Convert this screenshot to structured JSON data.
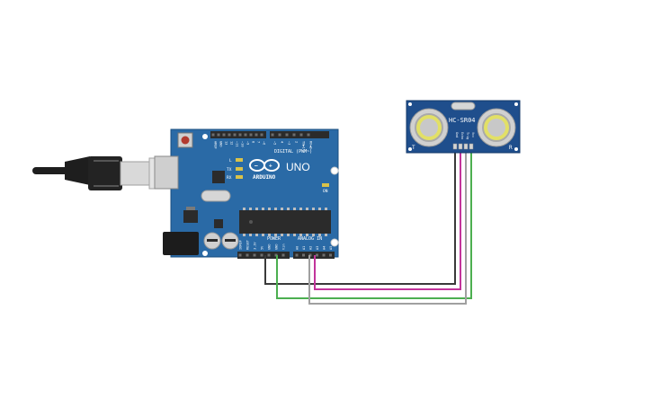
{
  "board": {
    "model": "UNO",
    "brand": "ARDUINO",
    "digital_header": "DIGITAL (PWM~)",
    "power_header": "POWER",
    "analog_header": "ANALOG IN",
    "on_led": "ON",
    "l_led": "L",
    "tx_led": "TX",
    "rx_led": "RX",
    "digital_pins": [
      "AREF",
      "GND",
      "13",
      "12",
      "~11",
      "~10",
      "~9",
      "8",
      "7",
      "~6",
      "~5",
      "4",
      "~3",
      "2",
      "TX▶1",
      "RX◀0"
    ],
    "power_pins": [
      "IOREF",
      "RESET",
      "3.3V",
      "5V",
      "GND",
      "GND",
      "Vin"
    ],
    "analog_pins": [
      "A0",
      "A1",
      "A2",
      "A3",
      "A4",
      "A5"
    ]
  },
  "sensor": {
    "model": "HC-SR04",
    "left_label": "T",
    "right_label": "R",
    "pins": [
      "Vcc",
      "Trig",
      "Echo",
      "Gnd"
    ]
  },
  "wires": [
    {
      "from": "GND",
      "to": "Gnd",
      "color": "#3a3a3a"
    },
    {
      "from": "5V",
      "to": "Vcc",
      "color": "#4caf50"
    },
    {
      "from": "A0",
      "to": "Trig",
      "color": "#a0a0a0"
    },
    {
      "from": "A1",
      "to": "Echo",
      "color": "#c2349b"
    }
  ],
  "colors": {
    "board": "#2a6aa6",
    "sensor": "#1f4e8c",
    "header": "#2b2b2b",
    "usb_plug": "#1e1e1e"
  }
}
